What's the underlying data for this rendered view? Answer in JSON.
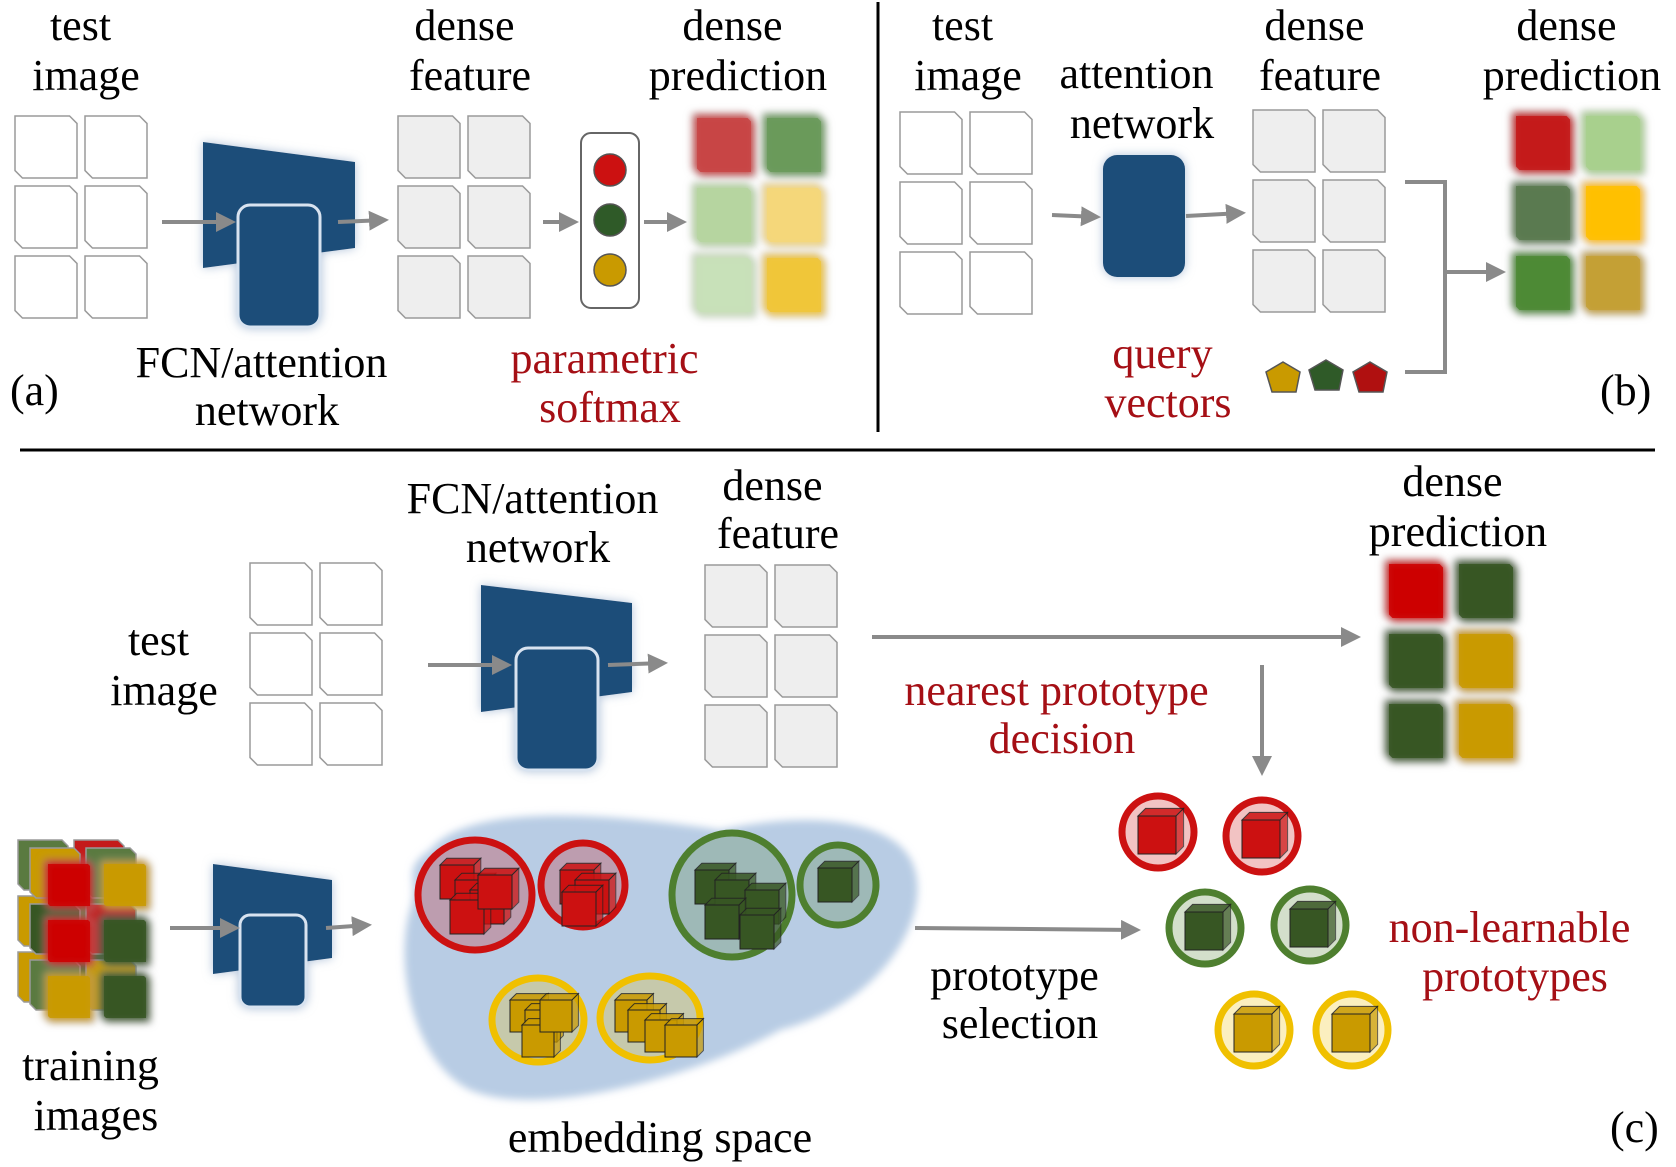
{
  "colors": {
    "network_blue": "#1f4e79",
    "arrow_gray": "#8a8a8a",
    "accent_red": "#a50f15",
    "class_red": "#cc1111",
    "class_green": "#2f5a28",
    "class_gold": "#c99a00",
    "embedding_bg": "#b8cce4"
  },
  "panel_a": {
    "test_image": [
      "test",
      "image"
    ],
    "dense_feature": [
      "dense",
      "feature"
    ],
    "dense_prediction": [
      "dense",
      "prediction"
    ],
    "network": [
      "FCN/attention",
      "network"
    ],
    "softmax": [
      "parametric",
      "softmax"
    ],
    "tag": "(a)"
  },
  "panel_b": {
    "test_image": [
      "test",
      "image"
    ],
    "attention": [
      "attention",
      "network"
    ],
    "dense_feature": [
      "dense",
      "feature"
    ],
    "dense_prediction": [
      "dense",
      "prediction"
    ],
    "query": [
      "query",
      "vectors"
    ],
    "tag": "(b)"
  },
  "panel_c": {
    "network": [
      "FCN/attention",
      "network"
    ],
    "dense_feature": [
      "dense",
      "feature"
    ],
    "dense_prediction": [
      "dense",
      "prediction"
    ],
    "test_image": [
      "test",
      "image"
    ],
    "nearest": [
      "nearest prototype",
      "decision"
    ],
    "training": [
      "training",
      "images"
    ],
    "embedding": "embedding space",
    "selection": [
      "prototype",
      "selection"
    ],
    "prototypes": [
      "non-learnable",
      "prototypes"
    ],
    "tag": "(c)"
  }
}
